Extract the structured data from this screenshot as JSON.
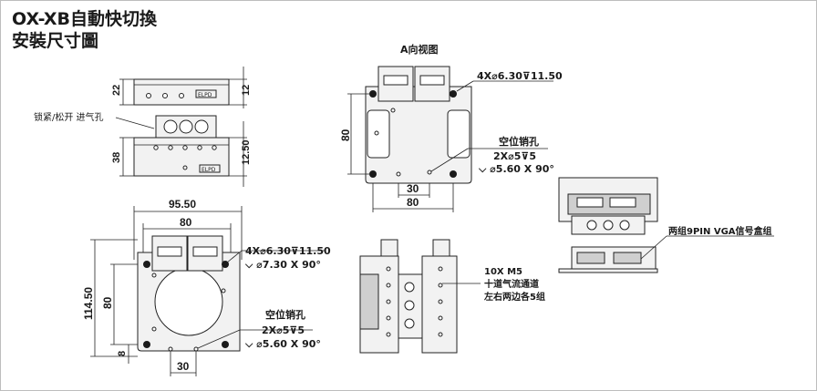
{
  "title": {
    "line1": "OX-XB自動快切換",
    "line2": "安裝尺寸圖"
  },
  "side_view": {
    "dim_22": "22",
    "dim_12": "12",
    "dim_12_50": "12.50",
    "dim_38": "38",
    "lock_label": "锁紧/松开 进气孔",
    "brand": "ELPD"
  },
  "top_view": {
    "dim_95_50": "95.50",
    "dim_80_h": "80",
    "dim_114_50": "114.50",
    "dim_80_v": "80",
    "dim_8": "8",
    "dim_30": "30",
    "holes_callout_1": "4X⌀6.30⊽11.50",
    "holes_callout_2": "⌵ ⌀7.30 X 90°",
    "pin_title": "空位销孔",
    "pin_callout_1": "2X⌀5⊽5",
    "pin_callout_2": "⌵ ⌀5.60 X 90°"
  },
  "a_view": {
    "title": "A向视图",
    "dim_80_v": "80",
    "dim_30": "30",
    "dim_80_h": "80",
    "holes_callout": "4X⌀6.30⊽11.50",
    "pin_title": "空位销孔",
    "pin_callout_1": "2X⌀5⊽5",
    "pin_callout_2": "⌵ ⌀5.60 X 90°"
  },
  "front_views": {
    "m5_line1": "10X M5",
    "m5_line2": "十道气流通道",
    "m5_line3": "左右两边各5组"
  },
  "connector_view": {
    "vga_label": "两组9PIN VGA信号盒组"
  }
}
